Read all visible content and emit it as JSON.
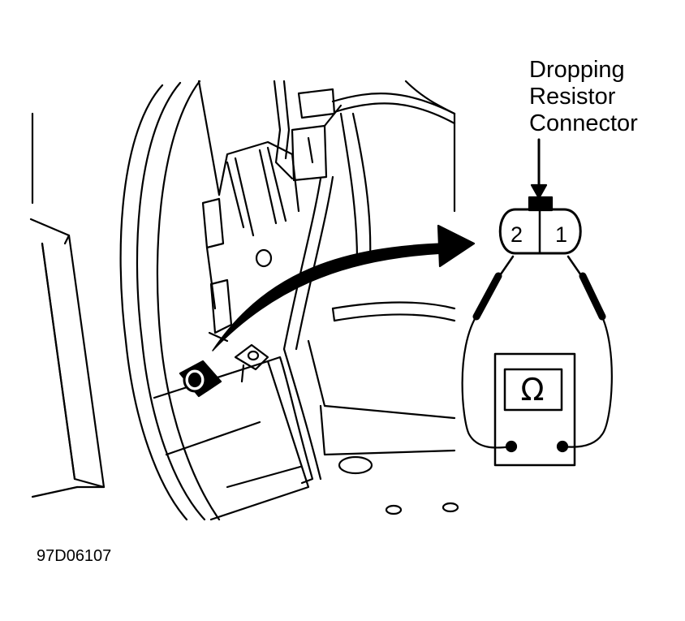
{
  "callout": {
    "lines": [
      "Dropping",
      "Resistor",
      "Connector"
    ]
  },
  "connector": {
    "pin_left": "2",
    "pin_right": "1"
  },
  "meter": {
    "symbol": "Ω"
  },
  "figure_id": "97D06107",
  "colors": {
    "line": "#000000",
    "background": "#ffffff"
  }
}
